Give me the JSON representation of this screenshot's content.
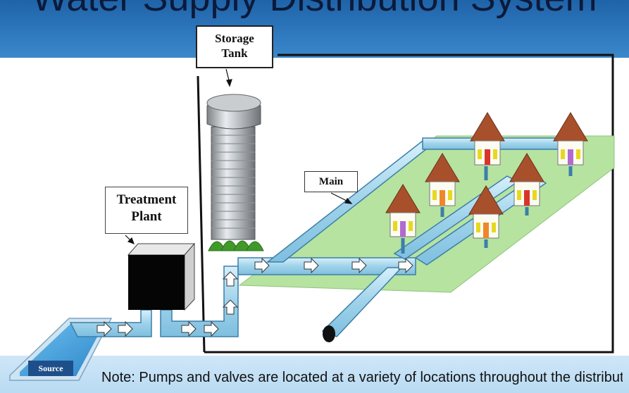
{
  "header": {
    "title": "Water Supply Distribution System"
  },
  "labels": {
    "storage_tank_line1": "Storage",
    "storage_tank_line2": "Tank",
    "treatment_plant_line1": "Treatment",
    "treatment_plant_line2": "Plant",
    "main": "Main",
    "source": "Source"
  },
  "note": "Note: Pumps and valves are located at a variety of locations throughout the distribution system.",
  "colors": {
    "header_blue": "#2f79bf",
    "pipe_fill": "#a9d8ee",
    "pipe_stroke": "#3b7fa8",
    "grass": "#b6e3a0",
    "house_roof": "#a8502c",
    "house_wall": "#fdfcf2",
    "source_water": "#4aa7e0",
    "tree_green": "#3f9a2a"
  }
}
